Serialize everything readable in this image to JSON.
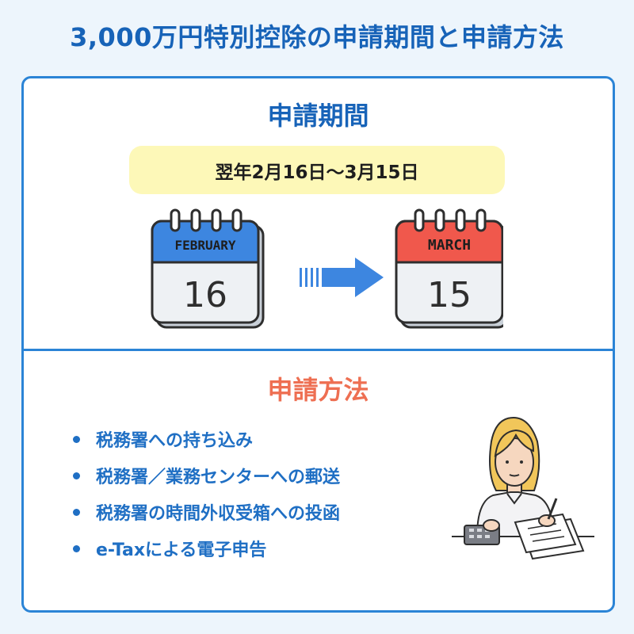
{
  "page_title": "3,000万円特別控除の申請期間と申請方法",
  "period": {
    "title": "申請期間",
    "date_range": "翌年2月16日～3月15日",
    "from_calendar": {
      "month": "FEBRUARY",
      "day": "16",
      "header_color": "#3d86e0"
    },
    "to_calendar": {
      "month": "MARCH",
      "day": "15",
      "header_color": "#f0584c"
    },
    "arrow_icon": "arrow-right-icon"
  },
  "method": {
    "title": "申請方法",
    "items": [
      {
        "label": "税務署への持ち込み"
      },
      {
        "label": "税務署／業務センターへの郵送"
      },
      {
        "label": "税務署の時間外収受箱への投函"
      },
      {
        "label": "e-Taxによる電子申告"
      }
    ]
  },
  "colors": {
    "primary": "#1763b8",
    "accent": "#ee6f52",
    "pill": "#fdf8b8",
    "border": "#2b84d6",
    "background": "#edf5fc"
  }
}
